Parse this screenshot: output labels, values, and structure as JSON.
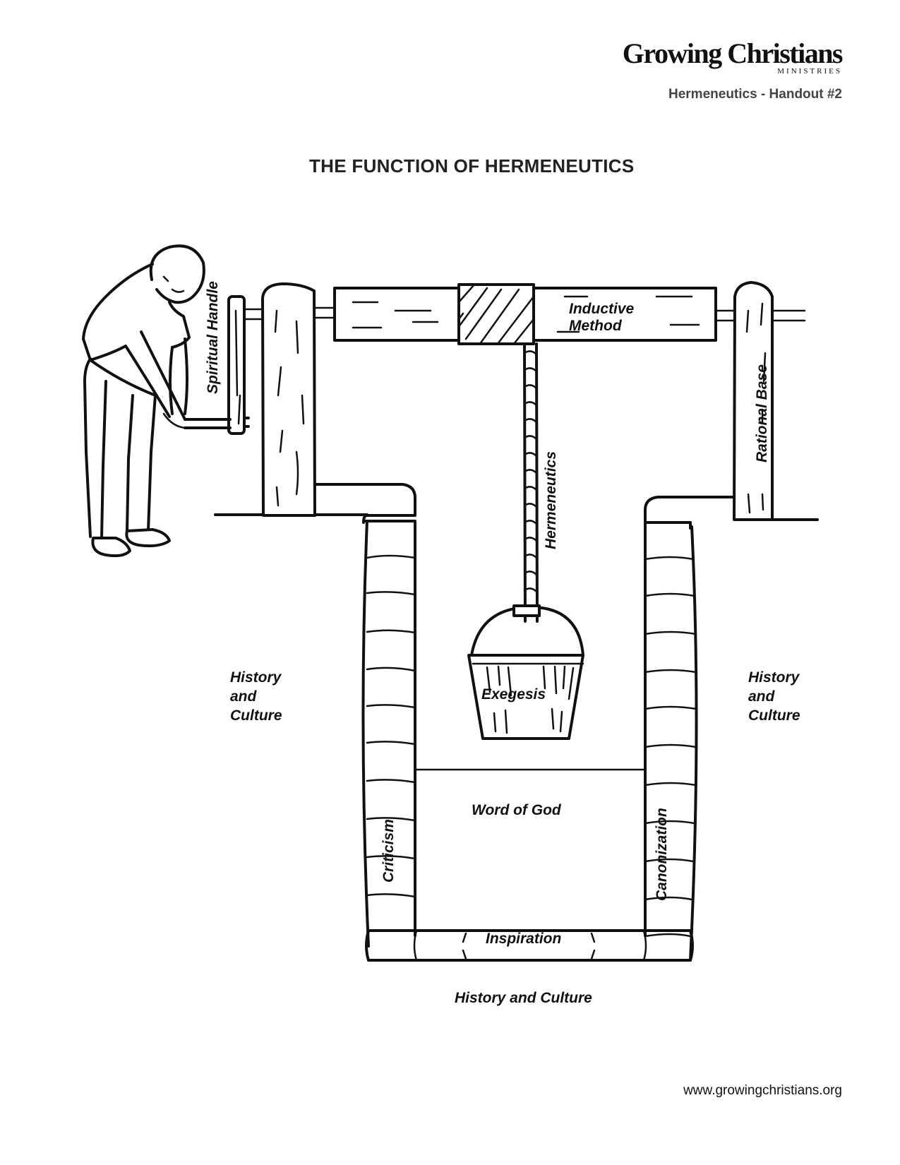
{
  "header": {
    "logo_main": "Growing Christians",
    "logo_sub": "MINISTRIES",
    "handout": "Hermeneutics - Handout #2"
  },
  "title": "THE FUNCTION OF HERMENEUTICS",
  "labels": {
    "spiritual_handle": "Spiritual Handle",
    "inductive_method_1": "Inductive",
    "inductive_method_2": "Method",
    "rational_base": "Rational Base",
    "hermeneutics": "Hermeneutics",
    "exegesis": "Exegesis",
    "history_left_1": "History",
    "history_left_2": "and",
    "history_left_3": "Culture",
    "history_right_1": "History",
    "history_right_2": "and",
    "history_right_3": "Culture",
    "word_of_god": "Word of God",
    "criticism": "Criticism",
    "canonization": "Canonization",
    "inspiration": "Inspiration",
    "history_bottom": "History and Culture"
  },
  "footer": "www.growingchristians.org"
}
